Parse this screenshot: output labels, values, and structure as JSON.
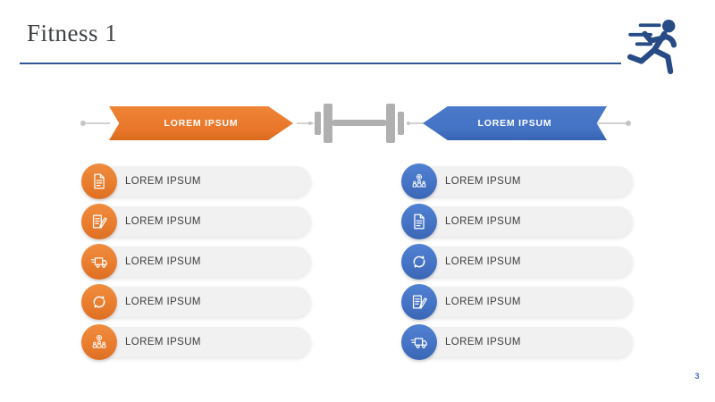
{
  "slide": {
    "title": "Fitness 1",
    "page_number": "3"
  },
  "header": {
    "accent_line_color": "#2f5597",
    "runner_icon_color": "#274b85"
  },
  "banners": {
    "left": {
      "label": "LOREM IPSUM",
      "color": "#ED7D31"
    },
    "right": {
      "label": "LOREM IPSUM",
      "color": "#4472C4"
    },
    "divider_icon": "dumbbell-icon",
    "divider_color": "#b0b0b0"
  },
  "left_column": {
    "accent_color": "#ED7D31",
    "items": [
      {
        "icon": "document-icon",
        "label": "LOREM IPSUM"
      },
      {
        "icon": "clipboard-edit-icon",
        "label": "LOREM IPSUM"
      },
      {
        "icon": "delivery-truck-icon",
        "label": "LOREM IPSUM"
      },
      {
        "icon": "sync-arrows-icon",
        "label": "LOREM IPSUM"
      },
      {
        "icon": "team-icon",
        "label": "LOREM IPSUM"
      }
    ]
  },
  "right_column": {
    "accent_color": "#4472C4",
    "items": [
      {
        "icon": "team-icon",
        "label": "LOREM IPSUM"
      },
      {
        "icon": "document-icon",
        "label": "LOREM IPSUM"
      },
      {
        "icon": "sync-arrows-icon",
        "label": "LOREM IPSUM"
      },
      {
        "icon": "clipboard-edit-icon",
        "label": "LOREM IPSUM"
      },
      {
        "icon": "delivery-truck-icon",
        "label": "LOREM IPSUM"
      }
    ]
  }
}
